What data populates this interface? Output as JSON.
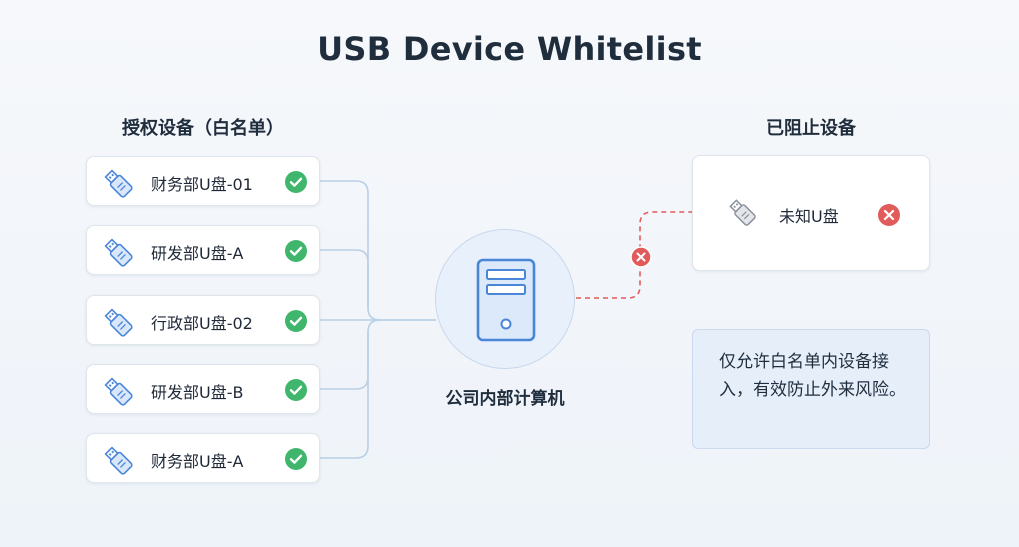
{
  "title": "USB Device Whitelist",
  "authorized": {
    "heading": "授权设备（白名单）",
    "devices": [
      {
        "name": "财务部U盘-01",
        "status_icon": "check-circle-icon"
      },
      {
        "name": "研发部U盘-A",
        "status_icon": "check-circle-icon"
      },
      {
        "name": "行政部U盘-02",
        "status_icon": "check-circle-icon"
      },
      {
        "name": "研发部U盘-B",
        "status_icon": "check-circle-icon"
      },
      {
        "name": "财务部U盘-A",
        "status_icon": "check-circle-icon"
      }
    ]
  },
  "hub": {
    "label": "公司内部计算机",
    "icon": "computer-tower-icon"
  },
  "blocked": {
    "heading": "已阻止设备",
    "devices": [
      {
        "name": "未知U盘",
        "status_icon": "x-circle-icon"
      }
    ]
  },
  "note": "仅允许白名单内设备接入，有效防止外来风险。",
  "colors": {
    "accent": "#4a86d8",
    "allowed": "#3fb66b",
    "blocked": "#e25b5b",
    "connector": "#b9cfe6",
    "title": "#1f2d3d"
  }
}
